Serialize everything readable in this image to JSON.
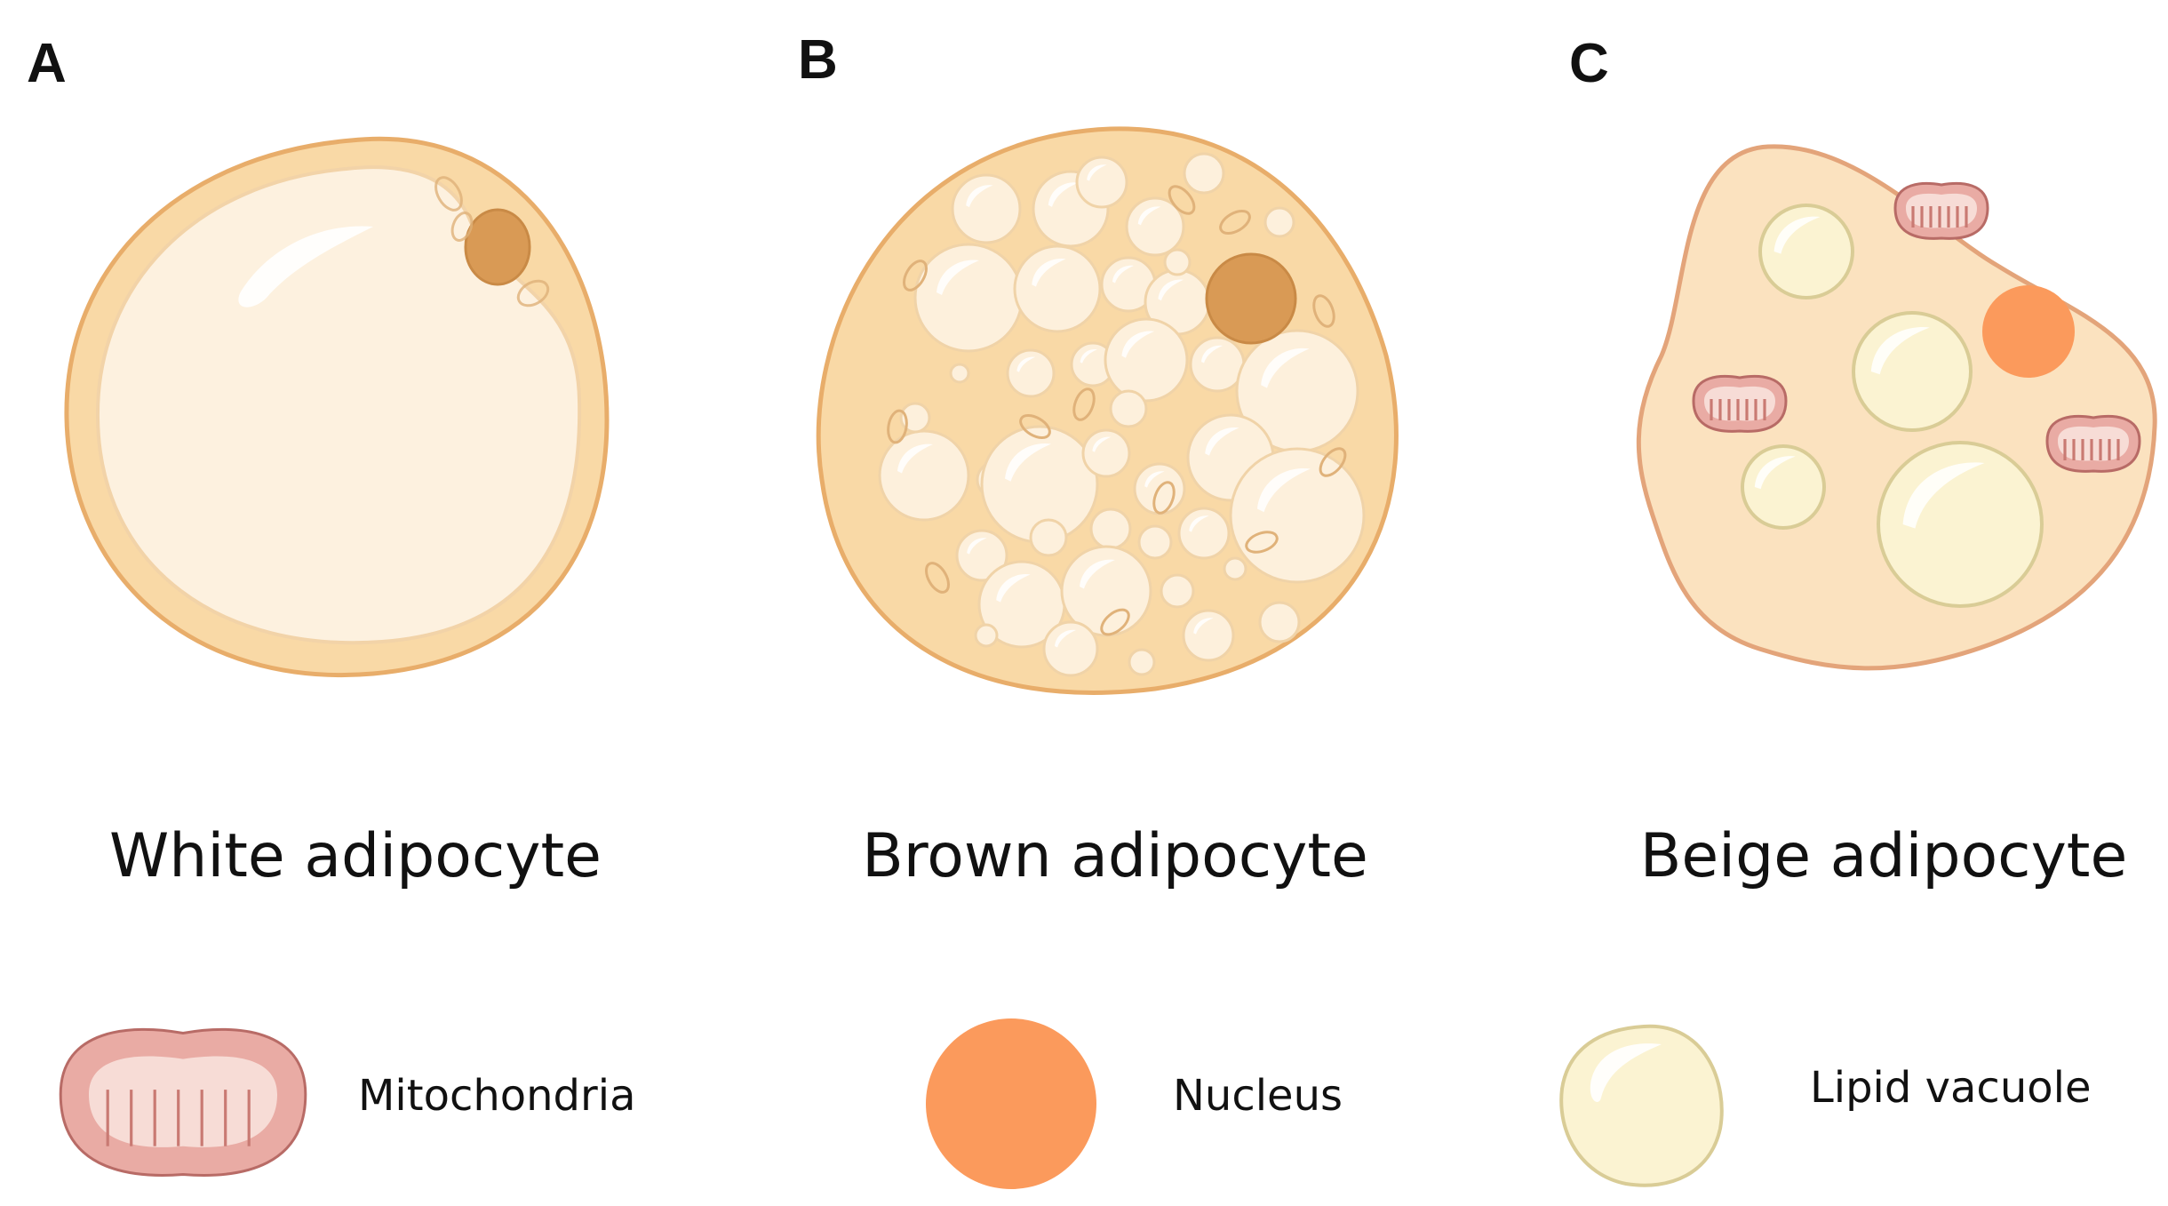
{
  "panels": [
    {
      "letter": "A",
      "caption": "White adipocyte"
    },
    {
      "letter": "B",
      "caption": "Brown adipocyte"
    },
    {
      "letter": "C",
      "caption": "Beige adipocyte"
    }
  ],
  "legend": {
    "mitochondria": "Mitochondria",
    "nucleus": "Nucleus",
    "lipid_vacuole": "Lipid vacuole"
  },
  "colors": {
    "cytoplasm": "#f9d9a6",
    "membrane": "#e8ad6a",
    "white_lipid": "#fdf1df",
    "brown_lipid": "#fdf0dc",
    "beige_cytoplasm": "#fbe2bf",
    "beige_membrane": "#e3a47a",
    "vacuole_fill": "#fbf3d2",
    "vacuole_stroke": "#d9cc96",
    "nucleus": "#fb9a5c",
    "nucleus_white": "#d99a55",
    "mito_fill": "#e9aba4",
    "mito_stroke": "#b86b66"
  }
}
